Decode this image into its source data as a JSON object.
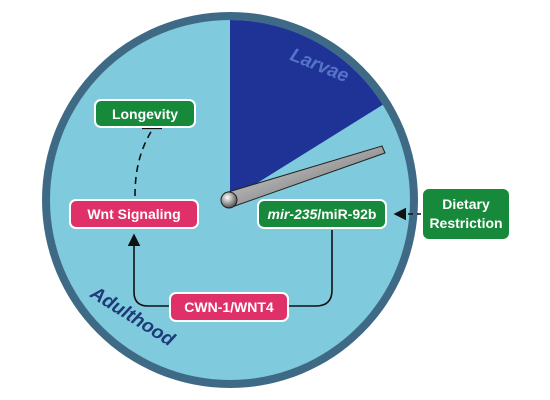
{
  "clock": {
    "stage_larvae": "Larvae",
    "stage_adulthood": "Adulthood"
  },
  "nodes": {
    "longevity": "Longevity",
    "wnt_signaling": "Wnt Signaling",
    "mir_prefix": "mir-235",
    "mir_suffix": "/miR-92b",
    "cwn": "CWN-1/WNT4",
    "dietary_line1": "Dietary",
    "dietary_line2": "Restriction"
  },
  "colors": {
    "green": "#16893a",
    "pink": "#e0306a",
    "face": "#7fcbdd",
    "rim": "#3f6a86",
    "larvae_sector": "#1f3396",
    "label_blue": "#1f3a78"
  }
}
